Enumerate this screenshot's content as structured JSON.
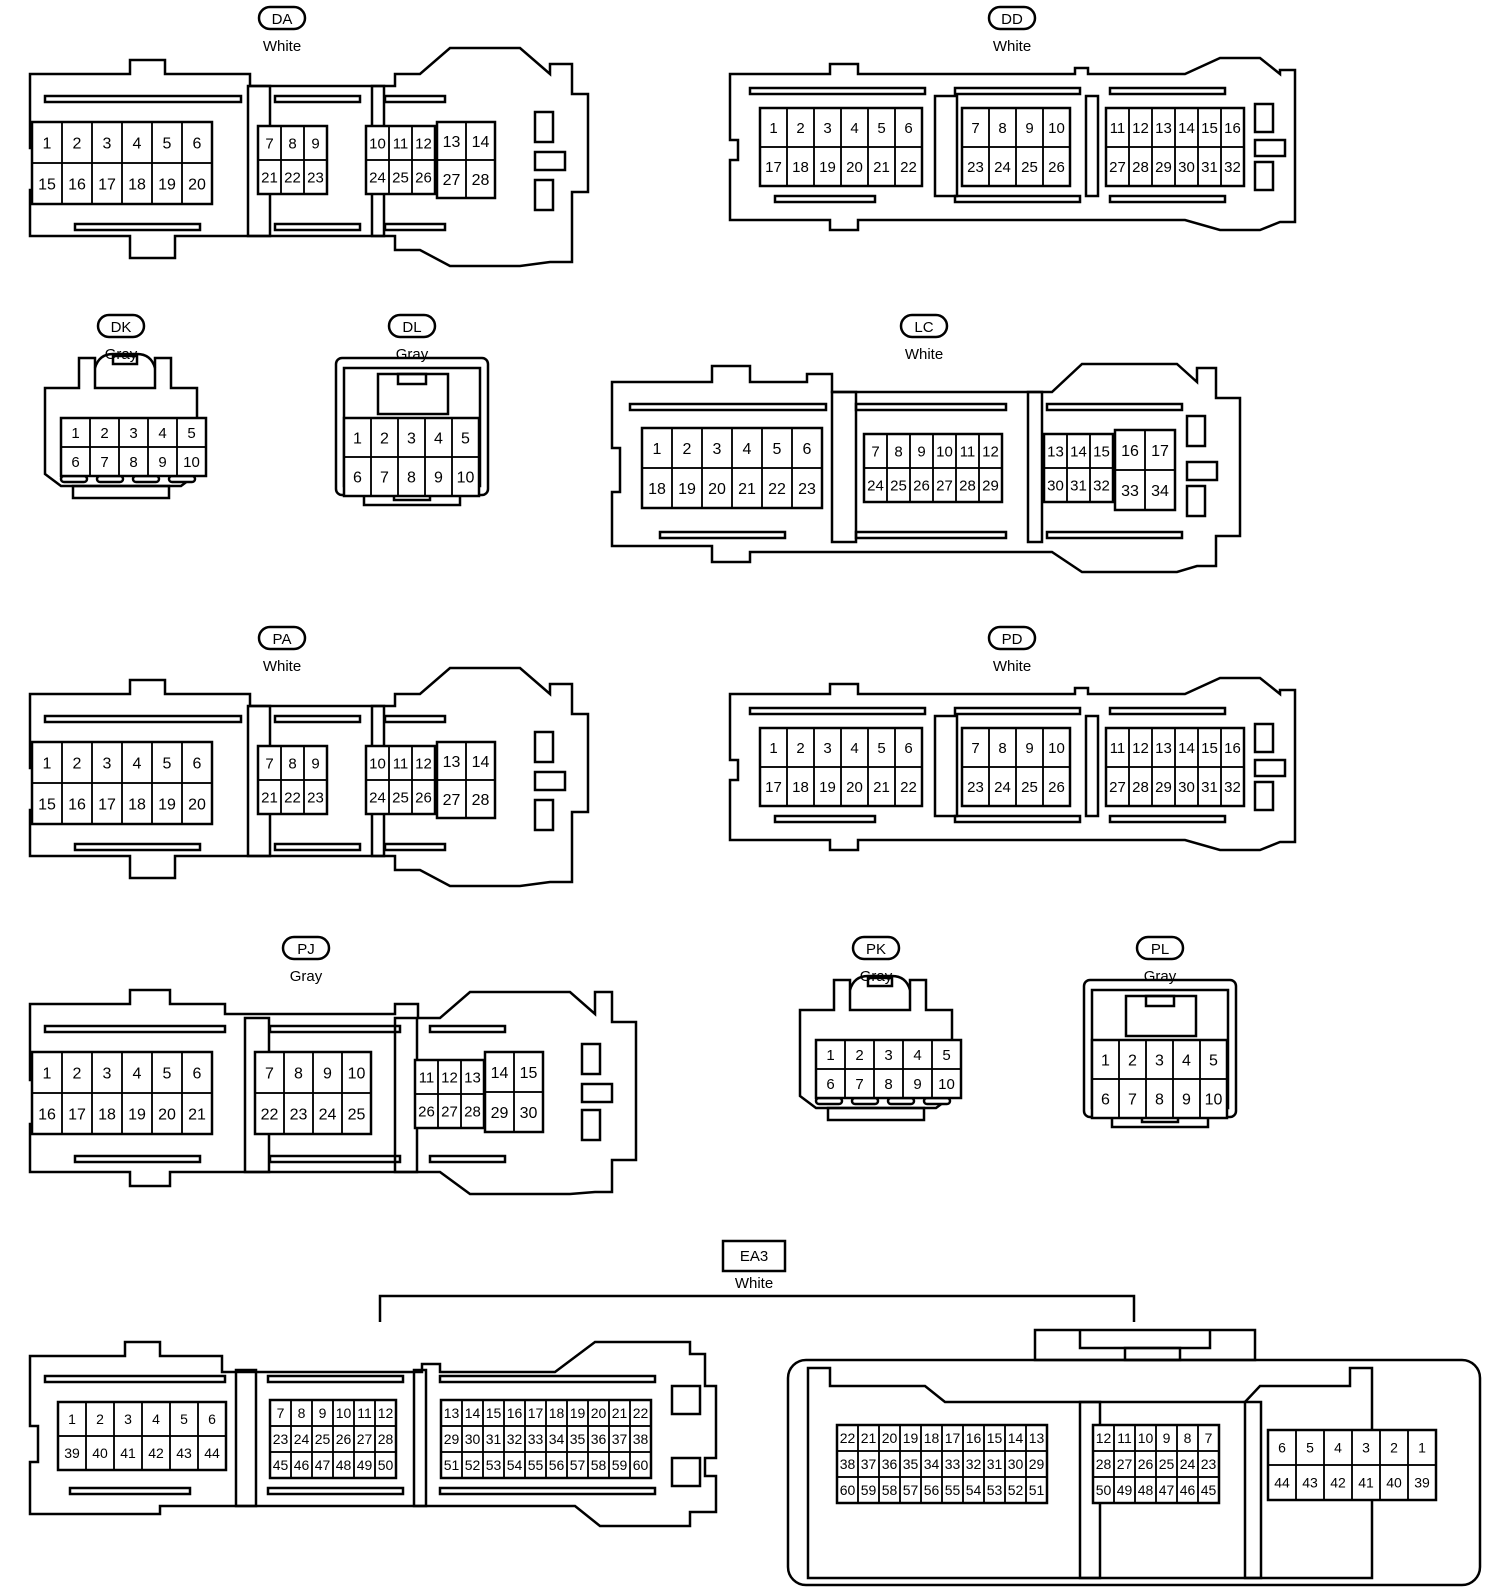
{
  "diagram": {
    "colors": {
      "ink": "#000000",
      "paper": "#ffffff"
    },
    "connectors": {
      "DA": {
        "tag": "DA",
        "color": "White",
        "grids": [
          {
            "rows": [
              [
                "1",
                "2",
                "3",
                "4",
                "5",
                "6"
              ],
              [
                "15",
                "16",
                "17",
                "18",
                "19",
                "20"
              ]
            ]
          },
          {
            "rows": [
              [
                "7",
                "8",
                "9"
              ],
              [
                "21",
                "22",
                "23"
              ]
            ]
          },
          {
            "rows": [
              [
                "10",
                "11",
                "12"
              ],
              [
                "24",
                "25",
                "26"
              ]
            ]
          },
          {
            "rows": [
              [
                "13",
                "14"
              ],
              [
                "27",
                "28"
              ]
            ]
          }
        ]
      },
      "DD": {
        "tag": "DD",
        "color": "White",
        "grids": [
          {
            "rows": [
              [
                "1",
                "2",
                "3",
                "4",
                "5",
                "6"
              ],
              [
                "17",
                "18",
                "19",
                "20",
                "21",
                "22"
              ]
            ]
          },
          {
            "rows": [
              [
                "7",
                "8",
                "9",
                "10"
              ],
              [
                "23",
                "24",
                "25",
                "26"
              ]
            ]
          },
          {
            "rows": [
              [
                "11",
                "12",
                "13",
                "14",
                "15",
                "16"
              ],
              [
                "27",
                "28",
                "29",
                "30",
                "31",
                "32"
              ]
            ]
          }
        ]
      },
      "DK": {
        "tag": "DK",
        "color": "Gray",
        "grids": [
          {
            "rows": [
              [
                "1",
                "2",
                "3",
                "4",
                "5"
              ],
              [
                "6",
                "7",
                "8",
                "9",
                "10"
              ]
            ]
          }
        ]
      },
      "DL": {
        "tag": "DL",
        "color": "Gray",
        "grids": [
          {
            "rows": [
              [
                "1",
                "2",
                "3",
                "4",
                "5"
              ],
              [
                "6",
                "7",
                "8",
                "9",
                "10"
              ]
            ]
          }
        ]
      },
      "LC": {
        "tag": "LC",
        "color": "White",
        "grids": [
          {
            "rows": [
              [
                "1",
                "2",
                "3",
                "4",
                "5",
                "6"
              ],
              [
                "18",
                "19",
                "20",
                "21",
                "22",
                "23"
              ]
            ]
          },
          {
            "rows": [
              [
                "7",
                "8",
                "9",
                "10",
                "11",
                "12"
              ],
              [
                "24",
                "25",
                "26",
                "27",
                "28",
                "29"
              ]
            ]
          },
          {
            "rows": [
              [
                "13",
                "14",
                "15"
              ],
              [
                "30",
                "31",
                "32"
              ]
            ]
          },
          {
            "rows": [
              [
                "16",
                "17"
              ],
              [
                "33",
                "34"
              ]
            ]
          }
        ]
      },
      "PA": {
        "tag": "PA",
        "color": "White",
        "grids": [
          {
            "rows": [
              [
                "1",
                "2",
                "3",
                "4",
                "5",
                "6"
              ],
              [
                "15",
                "16",
                "17",
                "18",
                "19",
                "20"
              ]
            ]
          },
          {
            "rows": [
              [
                "7",
                "8",
                "9"
              ],
              [
                "21",
                "22",
                "23"
              ]
            ]
          },
          {
            "rows": [
              [
                "10",
                "11",
                "12"
              ],
              [
                "24",
                "25",
                "26"
              ]
            ]
          },
          {
            "rows": [
              [
                "13",
                "14"
              ],
              [
                "27",
                "28"
              ]
            ]
          }
        ]
      },
      "PD": {
        "tag": "PD",
        "color": "White",
        "grids": [
          {
            "rows": [
              [
                "1",
                "2",
                "3",
                "4",
                "5",
                "6"
              ],
              [
                "17",
                "18",
                "19",
                "20",
                "21",
                "22"
              ]
            ]
          },
          {
            "rows": [
              [
                "7",
                "8",
                "9",
                "10"
              ],
              [
                "23",
                "24",
                "25",
                "26"
              ]
            ]
          },
          {
            "rows": [
              [
                "11",
                "12",
                "13",
                "14",
                "15",
                "16"
              ],
              [
                "27",
                "28",
                "29",
                "30",
                "31",
                "32"
              ]
            ]
          }
        ]
      },
      "PJ": {
        "tag": "PJ",
        "color": "Gray",
        "grids": [
          {
            "rows": [
              [
                "1",
                "2",
                "3",
                "4",
                "5",
                "6"
              ],
              [
                "16",
                "17",
                "18",
                "19",
                "20",
                "21"
              ]
            ]
          },
          {
            "rows": [
              [
                "7",
                "8",
                "9",
                "10"
              ],
              [
                "22",
                "23",
                "24",
                "25"
              ]
            ]
          },
          {
            "rows": [
              [
                "11",
                "12",
                "13"
              ],
              [
                "26",
                "27",
                "28"
              ]
            ]
          },
          {
            "rows": [
              [
                "14",
                "15"
              ],
              [
                "29",
                "30"
              ]
            ]
          }
        ]
      },
      "PK": {
        "tag": "PK",
        "color": "Gray",
        "grids": [
          {
            "rows": [
              [
                "1",
                "2",
                "3",
                "4",
                "5"
              ],
              [
                "6",
                "7",
                "8",
                "9",
                "10"
              ]
            ]
          }
        ]
      },
      "PL": {
        "tag": "PL",
        "color": "Gray",
        "grids": [
          {
            "rows": [
              [
                "1",
                "2",
                "3",
                "4",
                "5"
              ],
              [
                "6",
                "7",
                "8",
                "9",
                "10"
              ]
            ]
          }
        ]
      },
      "EA3": {
        "tag": "EA3",
        "color": "White",
        "grids": [
          {
            "rows": [
              [
                "1",
                "2",
                "3",
                "4",
                "5",
                "6"
              ],
              [
                "39",
                "40",
                "41",
                "42",
                "43",
                "44"
              ]
            ]
          },
          {
            "rows": [
              [
                "7",
                "8",
                "9",
                "10",
                "11",
                "12"
              ],
              [
                "23",
                "24",
                "25",
                "26",
                "27",
                "28"
              ],
              [
                "45",
                "46",
                "47",
                "48",
                "49",
                "50"
              ]
            ]
          },
          {
            "rows": [
              [
                "13",
                "14",
                "15",
                "16",
                "17",
                "18",
                "19",
                "20",
                "21",
                "22"
              ],
              [
                "29",
                "30",
                "31",
                "32",
                "33",
                "34",
                "35",
                "36",
                "37",
                "38"
              ],
              [
                "51",
                "52",
                "53",
                "54",
                "55",
                "56",
                "57",
                "58",
                "59",
                "60"
              ]
            ]
          },
          {
            "rows": [
              [
                "22",
                "21",
                "20",
                "19",
                "18",
                "17",
                "16",
                "15",
                "14",
                "13"
              ],
              [
                "38",
                "37",
                "36",
                "35",
                "34",
                "33",
                "32",
                "31",
                "30",
                "29"
              ],
              [
                "60",
                "59",
                "58",
                "57",
                "56",
                "55",
                "54",
                "53",
                "52",
                "51"
              ]
            ]
          },
          {
            "rows": [
              [
                "12",
                "11",
                "10",
                "9",
                "8",
                "7"
              ],
              [
                "28",
                "27",
                "26",
                "25",
                "24",
                "23"
              ],
              [
                "50",
                "49",
                "48",
                "47",
                "46",
                "45"
              ]
            ]
          },
          {
            "rows": [
              [
                "6",
                "5",
                "4",
                "3",
                "2",
                "1"
              ],
              [
                "44",
                "43",
                "42",
                "41",
                "40",
                "39"
              ]
            ]
          }
        ]
      }
    }
  }
}
